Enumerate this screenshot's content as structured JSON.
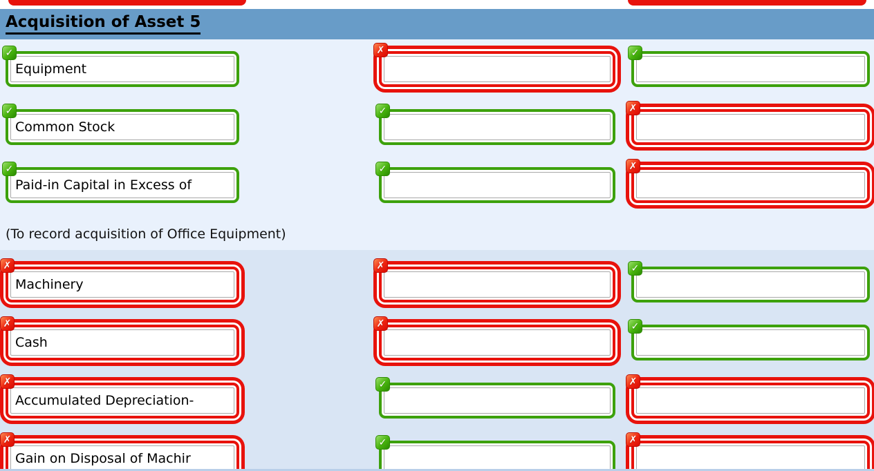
{
  "header": {
    "title": "Acquisition of Asset 5"
  },
  "caption": "(To record acquisition of Office Equipment)",
  "icons": {
    "check": "✓",
    "cross": "✗"
  },
  "colors": {
    "correct_green": "#3da10c",
    "incorrect_red": "#e8120c",
    "header_bar_blue": "#689cc8",
    "lower_band_blue": "#d9e5f4",
    "page_background": "#e9f1fc"
  },
  "entry1": {
    "rows": [
      {
        "account": {
          "value": "Equipment",
          "status": "correct"
        },
        "debit": {
          "value": "",
          "status": "incorrect"
        },
        "credit": {
          "value": "",
          "status": "correct"
        }
      },
      {
        "account": {
          "value": "Common Stock",
          "status": "correct"
        },
        "debit": {
          "value": "",
          "status": "correct"
        },
        "credit": {
          "value": "",
          "status": "incorrect"
        }
      },
      {
        "account": {
          "value": "Paid-in Capital in Excess of",
          "status": "correct"
        },
        "debit": {
          "value": "",
          "status": "correct"
        },
        "credit": {
          "value": "",
          "status": "incorrect"
        }
      }
    ]
  },
  "entry2": {
    "rows": [
      {
        "account": {
          "value": "Machinery",
          "status": "incorrect"
        },
        "debit": {
          "value": "",
          "status": "incorrect"
        },
        "credit": {
          "value": "",
          "status": "correct"
        }
      },
      {
        "account": {
          "value": "Cash",
          "status": "incorrect"
        },
        "debit": {
          "value": "",
          "status": "incorrect"
        },
        "credit": {
          "value": "",
          "status": "correct"
        }
      },
      {
        "account": {
          "value": "Accumulated Depreciation-",
          "status": "incorrect"
        },
        "debit": {
          "value": "",
          "status": "correct"
        },
        "credit": {
          "value": "",
          "status": "incorrect"
        }
      },
      {
        "account": {
          "value": "Gain on Disposal of Machir",
          "status": "incorrect"
        },
        "debit": {
          "value": "",
          "status": "correct"
        },
        "credit": {
          "value": "",
          "status": "incorrect"
        }
      }
    ]
  }
}
